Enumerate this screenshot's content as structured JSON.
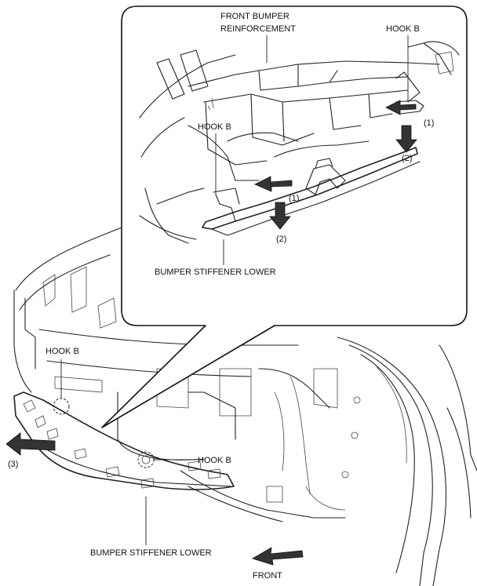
{
  "labels": {
    "front_bumper_reinforcement_1": "FRONT BUMPER",
    "front_bumper_reinforcement_2": "REINFORCEMENT",
    "hook_b_detail_right": "HOOK B",
    "hook_b_detail_left": "HOOK B",
    "step_1_right": "(1)",
    "step_2_right": "(2)",
    "step_1_left": "(1)",
    "step_2_left": "(2)",
    "bumper_stiffener_lower_detail": "BUMPER STIFFENER LOWER",
    "hook_b_main_left": "HOOK B",
    "hook_b_main_right": "HOOK B",
    "step_3": "(3)",
    "bumper_stiffener_lower_main": "BUMPER STIFFENER LOWER",
    "front": "FRONT"
  }
}
